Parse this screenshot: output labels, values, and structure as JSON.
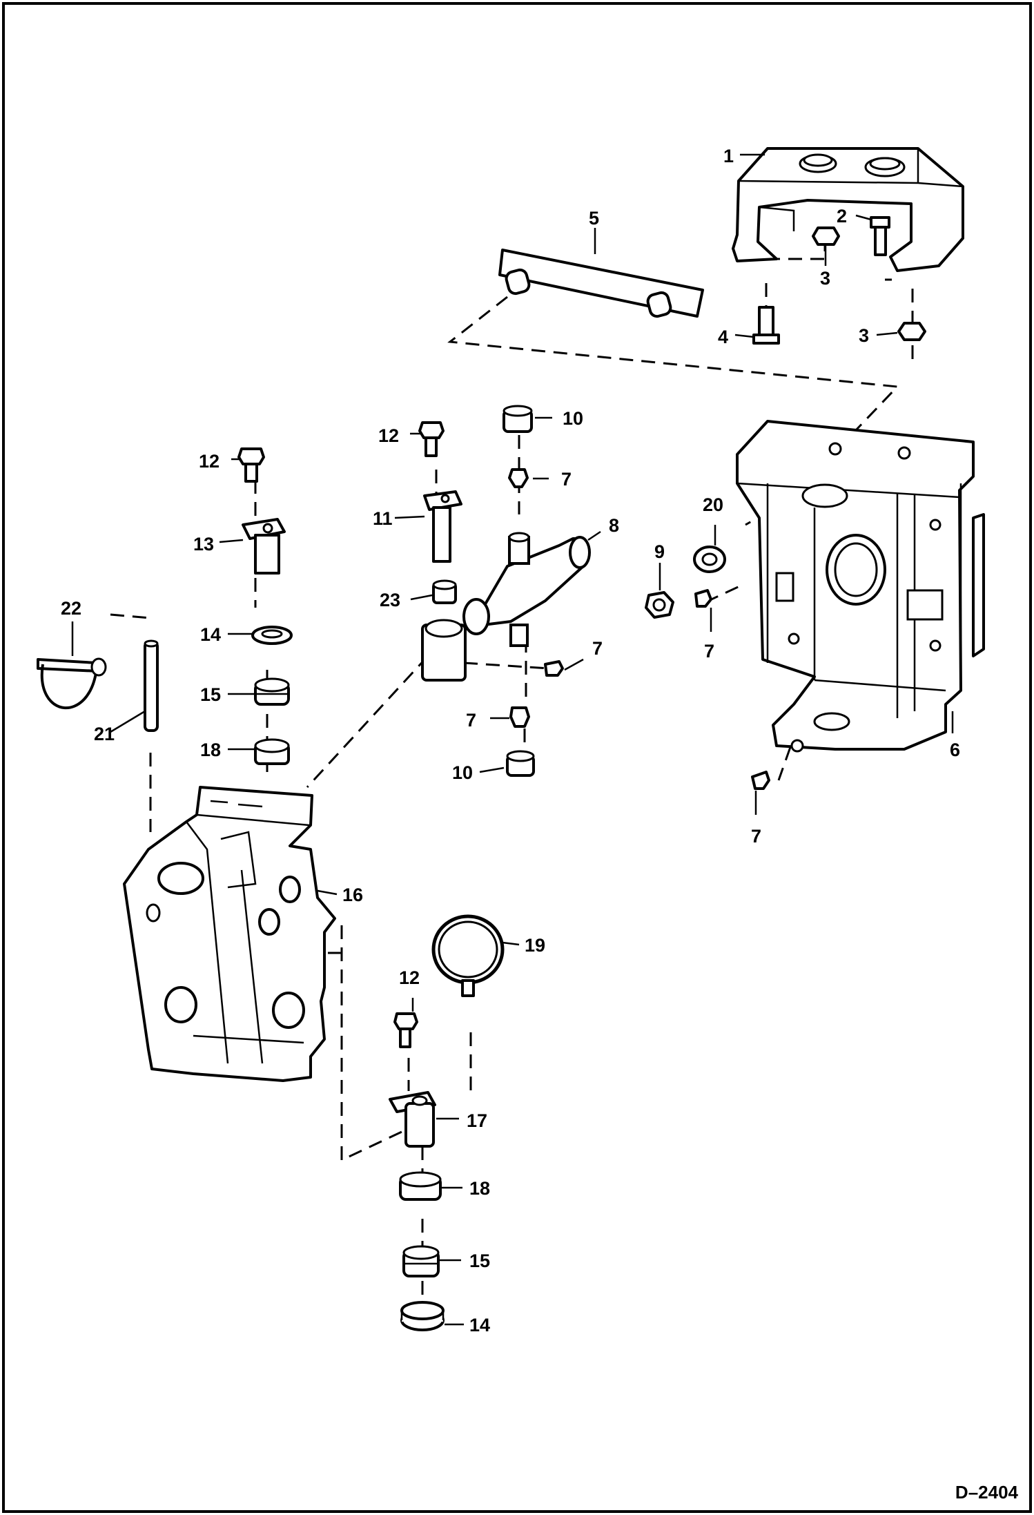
{
  "diagram": {
    "drawing_number": "D–2404",
    "callouts": [
      {
        "id": "c1",
        "text": "1"
      },
      {
        "id": "c2",
        "text": "2"
      },
      {
        "id": "c3a",
        "text": "3"
      },
      {
        "id": "c3b",
        "text": "3"
      },
      {
        "id": "c4",
        "text": "4"
      },
      {
        "id": "c5",
        "text": "5"
      },
      {
        "id": "c6",
        "text": "6"
      },
      {
        "id": "c7a",
        "text": "7"
      },
      {
        "id": "c7b",
        "text": "7"
      },
      {
        "id": "c7c",
        "text": "7"
      },
      {
        "id": "c7d",
        "text": "7"
      },
      {
        "id": "c7e",
        "text": "7"
      },
      {
        "id": "c8",
        "text": "8"
      },
      {
        "id": "c9",
        "text": "9"
      },
      {
        "id": "c10a",
        "text": "10"
      },
      {
        "id": "c10b",
        "text": "10"
      },
      {
        "id": "c11",
        "text": "11"
      },
      {
        "id": "c12a",
        "text": "12"
      },
      {
        "id": "c12b",
        "text": "12"
      },
      {
        "id": "c12c",
        "text": "12"
      },
      {
        "id": "c13",
        "text": "13"
      },
      {
        "id": "c14a",
        "text": "14"
      },
      {
        "id": "c14b",
        "text": "14"
      },
      {
        "id": "c15a",
        "text": "15"
      },
      {
        "id": "c15b",
        "text": "15"
      },
      {
        "id": "c16",
        "text": "16"
      },
      {
        "id": "c17",
        "text": "17"
      },
      {
        "id": "c18a",
        "text": "18"
      },
      {
        "id": "c18b",
        "text": "18"
      },
      {
        "id": "c19",
        "text": "19"
      },
      {
        "id": "c20",
        "text": "20"
      },
      {
        "id": "c21",
        "text": "21"
      },
      {
        "id": "c22",
        "text": "22"
      },
      {
        "id": "c23",
        "text": "23"
      }
    ]
  }
}
